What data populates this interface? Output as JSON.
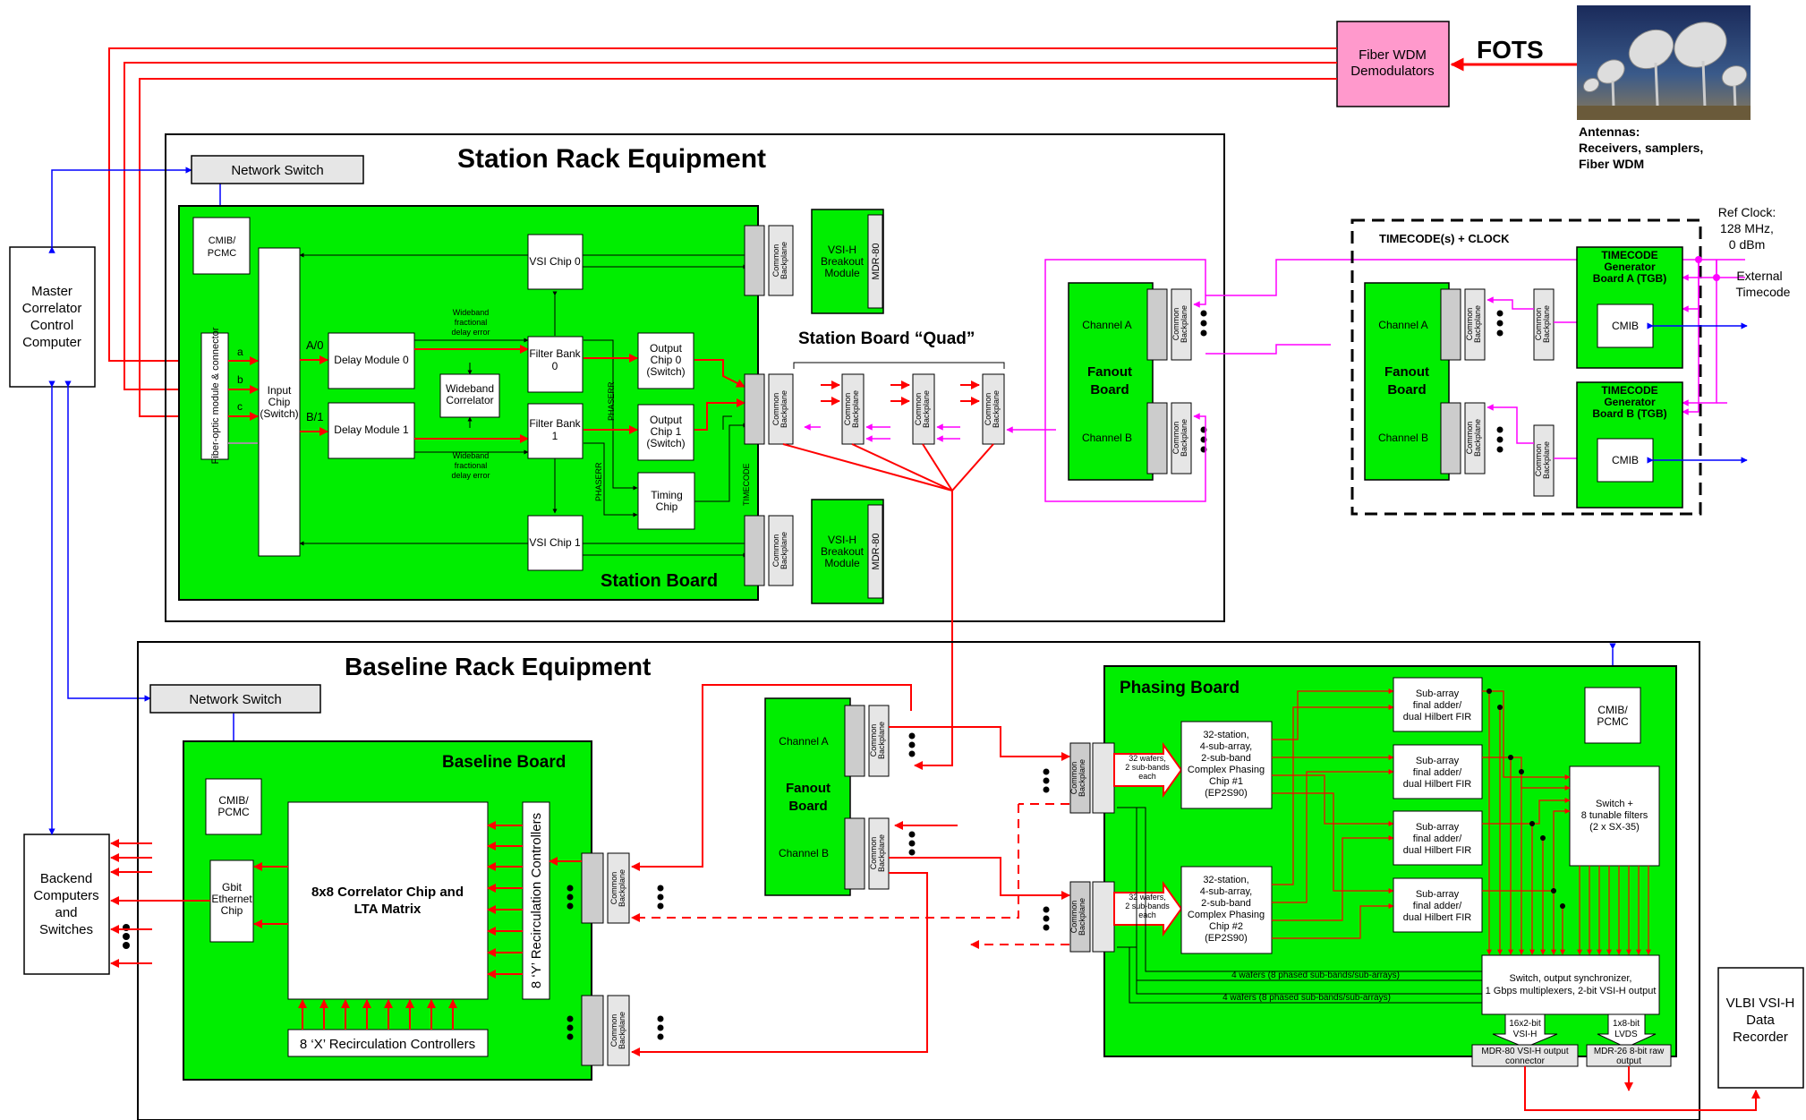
{
  "colors": {
    "board_green": "#00ee00",
    "signal_red": "#ff0000",
    "control_blue": "#0000ff",
    "clock_magenta": "#ff00ff",
    "demod_pink": "#ff99cc",
    "switch_gray": "#e6e6e6"
  },
  "top": {
    "fots": "FOTS",
    "fiber_wdm": [
      "Fiber WDM",
      "Demodulators"
    ],
    "antennas": [
      "Antennas:",
      "Receivers, samplers,",
      "Fiber WDM"
    ],
    "antenna_photo_icon": "radio-telescope-antennas-photo"
  },
  "left": {
    "mcc": [
      "Master",
      "Correlator",
      "Control",
      "Computer"
    ],
    "backend": [
      "Backend",
      "Computers",
      "and",
      "Switches"
    ]
  },
  "station_rack": {
    "title": "Station Rack Equipment",
    "network_switch": "Network Switch",
    "board_title": "Station Board",
    "cmib": [
      "CMIB/",
      "PCMC"
    ],
    "fiber_optic": "Fiber-optic module & connector",
    "input_chip": [
      "Input",
      "Chip",
      "(Switch)"
    ],
    "port_labels": [
      "a",
      "b",
      "c"
    ],
    "ab_labels": [
      "A/0",
      "B/1"
    ],
    "delay0": "Delay Module 0",
    "delay1": "Delay Module 1",
    "wideband_correlator": [
      "Wideband",
      "Correlator"
    ],
    "fractional_top": [
      "Wideband",
      "fractional",
      "delay error"
    ],
    "fractional_bottom": [
      "Wideband",
      "fractional",
      "delay error"
    ],
    "vsi_chip0": "VSI Chip 0",
    "vsi_chip1": "VSI Chip 1",
    "filter_bank0": [
      "Filter Bank",
      "0"
    ],
    "filter_bank1": [
      "Filter Bank",
      "1"
    ],
    "phaserr_a": "PHASERR",
    "phaserr_b": "PHASERR",
    "output_chip0": [
      "Output",
      "Chip 0",
      "(Switch)"
    ],
    "output_chip1": [
      "Output",
      "Chip 1",
      "(Switch)"
    ],
    "timing_chip": [
      "Timing",
      "Chip"
    ],
    "timecode_label": "TIMECODE",
    "common_backplane": [
      "Common",
      "Backplane"
    ],
    "vsi_breakout": [
      "VSI-H",
      "Breakout",
      "Module"
    ],
    "mdr80": "MDR-80",
    "quad_title": "Station Board “Quad”"
  },
  "station_fanout": {
    "channel_a": "Channel A",
    "title": [
      "Fanout",
      "Board"
    ],
    "channel_b": "Channel B"
  },
  "timecode": {
    "title": "TIMECODE(s) + CLOCK",
    "channel_a": "Channel A",
    "fanout": [
      "Fanout",
      "Board"
    ],
    "channel_b": "Channel B",
    "tgb_a": [
      "TIMECODE",
      "Generator",
      "Board A (TGB)"
    ],
    "tgb_b": [
      "TIMECODE",
      "Generator",
      "Board B (TGB)"
    ],
    "cmib": "CMIB",
    "ref_clock": [
      "Ref Clock:",
      "128 MHz,",
      "0 dBm"
    ],
    "external": [
      "External",
      "Timecode"
    ]
  },
  "baseline_rack": {
    "title": "Baseline Rack Equipment",
    "network_switch": "Network Switch",
    "board_title": "Baseline Board",
    "cmib": [
      "CMIB/",
      "PCMC"
    ],
    "gbit": [
      "Gbit",
      "Ethernet",
      "Chip"
    ],
    "correlator": [
      "8x8 Correlator Chip and",
      "LTA Matrix"
    ],
    "y_controllers": "8 ‘Y’ Recirculation Controllers",
    "x_controllers": "8 ‘X’ Recirculation Controllers",
    "fanout_channel_a": "Channel A",
    "fanout_title": [
      "Fanout",
      "Board"
    ],
    "fanout_channel_b": "Channel B"
  },
  "phasing": {
    "title": "Phasing Board",
    "cmib": [
      "CMIB/",
      "PCMC"
    ],
    "chip1": [
      "32-station,",
      "4-sub-array,",
      "2-sub-band",
      "Complex Phasing",
      "Chip #1",
      "(EP2S90)"
    ],
    "chip2": [
      "32-station,",
      "4-sub-array,",
      "2-sub-band",
      "Complex Phasing",
      "Chip #2",
      "(EP2S90)"
    ],
    "wafers_in": [
      "32 wafers,",
      "2 sub-bands",
      "each"
    ],
    "subarray": [
      "Sub-array",
      "final adder/",
      "dual Hilbert FIR"
    ],
    "switch_filters": [
      "Switch +",
      "8 tunable filters",
      "(2 x SX-35)"
    ],
    "output_sync": [
      "Switch, output synchronizer,",
      "1 Gbps multiplexers, 2-bit VSI-H output"
    ],
    "wafers_out_1": "4 wafers (8 phased sub-bands/sub-arrays)",
    "wafers_out_2": "4 wafers (8 phased sub-bands/sub-arrays)",
    "vsi_out": [
      "16x2-bit",
      "VSI-H"
    ],
    "lvds_out": [
      "1x8-bit",
      "LVDS"
    ],
    "mdr80_conn": [
      "MDR-80 VSI-H output",
      "connector"
    ],
    "mdr26_conn": [
      "MDR-26 8-bit raw",
      "output"
    ]
  },
  "vlbi": [
    "VLBI VSI-H",
    "Data",
    "Recorder"
  ]
}
